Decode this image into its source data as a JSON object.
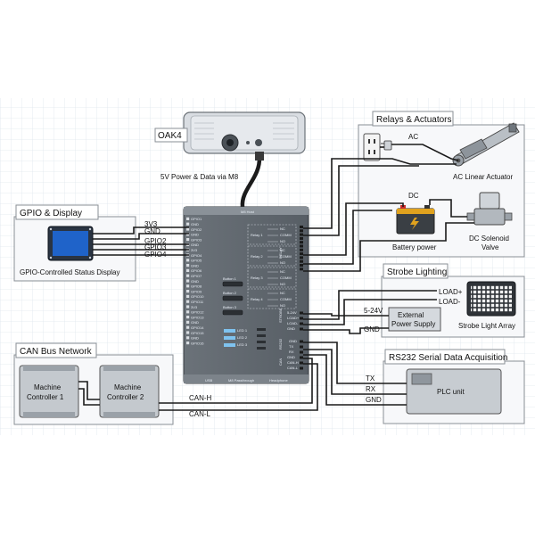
{
  "device": {
    "name": "OAK4",
    "connector_label": "5V Power & Data via M8",
    "board_top_label": "M8 Host",
    "bottom_labels": [
      "USB",
      "M8 Passthrough",
      "Headphone"
    ],
    "side_labels": [
      "RELAY",
      "STROBE",
      "RS232",
      "CAN"
    ],
    "gpio_pins": [
      "GPIO1",
      "GND",
      "GPIO2",
      "GND",
      "GPIO3",
      "GND",
      "3V3",
      "GPIO4",
      "GPIO5",
      "GND",
      "GPIO6",
      "GPIO7",
      "GND",
      "GPIO8",
      "GPIO9",
      "GPIO10",
      "GPIO11",
      "3V3",
      "GPIO12",
      "GPIO13",
      "GND",
      "GPIO14",
      "GPIO15",
      "GND",
      "GPIO16"
    ],
    "buttons": [
      "Button 1",
      "Button 2",
      "Button 3"
    ],
    "leds": [
      "LED 1",
      "LED 2",
      "LED 3"
    ],
    "relay_blocks": [
      "Relay 1",
      "Relay 2",
      "Relay 3",
      "Relay 4"
    ],
    "relay_pins": [
      "NC",
      "COMM",
      "NO"
    ],
    "strobe_pins": [
      "5-24V",
      "LOAD+",
      "LOAD-",
      "GND"
    ],
    "rs232_pins": [
      "GND",
      "TX",
      "RX"
    ],
    "can_pins": [
      "GND",
      "CAN-H",
      "CAN-L"
    ]
  },
  "gpio_section": {
    "title": "GPIO & Display",
    "display_label": "GPIO-Controlled Status Display",
    "wires": [
      "3V3",
      "GND",
      "GPIO2",
      "GPIO3",
      "GPIO4"
    ]
  },
  "relays_section": {
    "title": "Relays & Actuators",
    "ac_label": "AC",
    "dc_label": "DC",
    "actuator_label": "AC Linear Actuator",
    "battery_label": "Battery power",
    "valve_label_1": "DC Solenoid",
    "valve_label_2": "Valve"
  },
  "strobe_section": {
    "title": "Strobe Lighting",
    "load_plus": "LOAD+",
    "load_minus": "LOAD-",
    "voltage": "5-24V",
    "gnd": "GND",
    "psu_label_1": "External",
    "psu_label_2": "Power Supply",
    "light_label": "Strobe Light Array"
  },
  "rs232_section": {
    "title": "RS232 Serial Data Acquisition",
    "tx": "TX",
    "rx": "RX",
    "gnd": "GND",
    "plc_label": "PLC unit"
  },
  "can_section": {
    "title": "CAN Bus Network",
    "controller1": [
      "Machine",
      "Controller 1"
    ],
    "controller2": [
      "Machine",
      "Controller 2"
    ],
    "can_h": "CAN-H",
    "can_l": "CAN-L"
  },
  "colors": {
    "board": "#5f666d",
    "board_header": "#c8ced5",
    "display": "#1f63c9",
    "grid": "#dfe6ee",
    "panel_border": "#8a8f96",
    "wire": "#1a1a1a"
  }
}
